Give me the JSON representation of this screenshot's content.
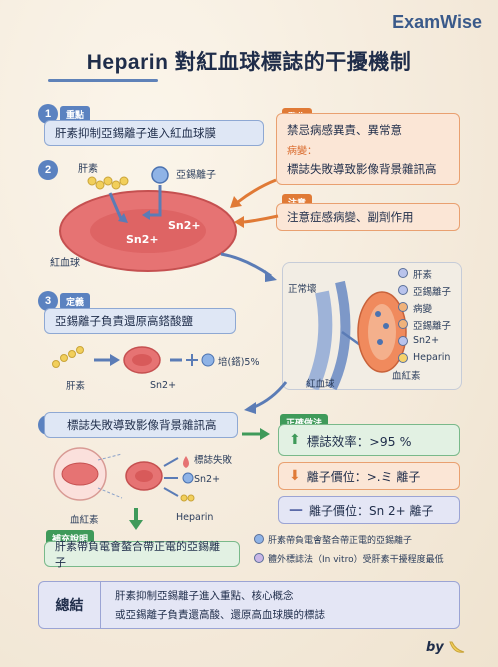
{
  "brand": "ExamWise",
  "title": "Heparin 對紅血球標誌的干擾機制",
  "sections": {
    "s1": {
      "num": "1",
      "tag": "重點",
      "text": "肝素抑制亞錫離子進入紅血球膜"
    },
    "s2": {
      "num": "2",
      "labels": {
        "heparin": "肝素",
        "tin_ion": "亞錫離子",
        "sn1": "Sn2+",
        "sn2": "Sn2+",
        "rbc": "紅血球"
      }
    },
    "s3": {
      "num": "3",
      "tag": "定義",
      "text": "亞錫離子負責還原高鎝酸鹽",
      "labels": {
        "heparin": "肝素",
        "sn": "Sn2+",
        "other": "培(鎝)5%"
      }
    },
    "s5": {
      "num": "5",
      "text": "標誌失敗導致影像背景雜訊高",
      "labels": {
        "fail": "標誌失敗",
        "sn": "Sn2+",
        "heparin": "Heparin",
        "hb": "血紅素"
      }
    }
  },
  "warning": {
    "tag": "警告",
    "text": "禁忌病感異責、異常意",
    "sub_tag": "病變：",
    "sub_text": "標誌失敗導致影像背景雜訊高"
  },
  "note": {
    "tag": "注意",
    "text": "注意症感病變、副劑作用"
  },
  "diagram": {
    "normal": "正常壞",
    "rbc": "紅血球",
    "hb": "血紅素",
    "legend": [
      {
        "label": "肝素",
        "color": "#b9c3ec"
      },
      {
        "label": "亞錫離子",
        "color": "#b9c3ec"
      },
      {
        "label": "病變",
        "color": "#f0b27a"
      },
      {
        "label": "亞錫離子",
        "color": "#f0b27a"
      },
      {
        "label": "Sn2+",
        "color": "#b9c3ec"
      },
      {
        "label": "Heparin",
        "color": "#f6d36b"
      }
    ]
  },
  "correct": {
    "tag": "正確做法",
    "row1": "標誌效率：>95 %",
    "row2": "離子價位：>.ミ 離子",
    "row3": "離子價位：Sn 2+ 離子"
  },
  "supplement": {
    "tag": "補充說明",
    "text": "肝素帶負電會螯合帶正電的亞錫離子"
  },
  "notes": [
    "肝素帶負電會螯合帶正電的亞錫離子",
    "體外標誌法（In vitro）受肝素干擾程度最低"
  ],
  "summary": {
    "label": "總結",
    "line1": "肝素抑制亞錫離子進入重點、核心概念",
    "line2": "或亞錫離子負責還高酸、還原高血球膜的標誌"
  },
  "footer": "by"
}
